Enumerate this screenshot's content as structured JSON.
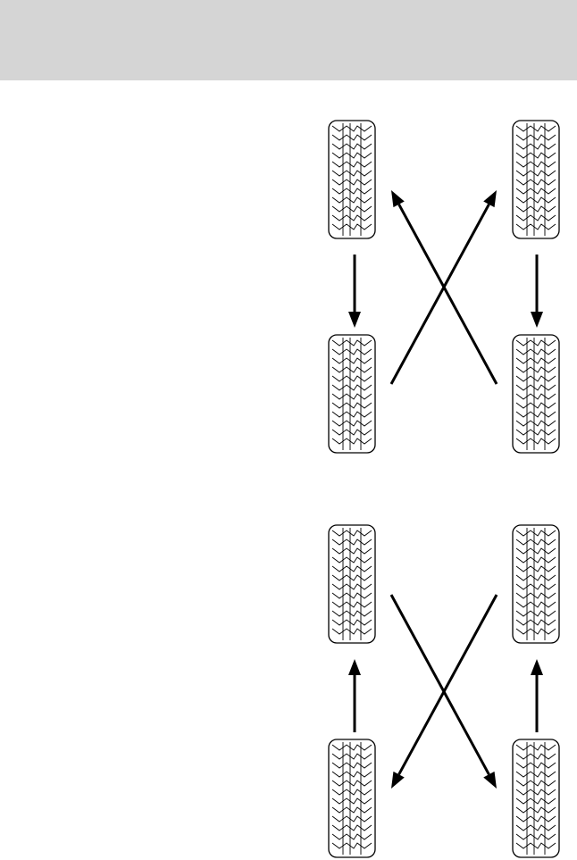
{
  "colors": {
    "header_background": "#d5d5d5",
    "tire_fill": "#ffffff",
    "line": "#000000"
  },
  "diagrams": [
    {
      "name": "rotation-pattern-top",
      "tires": [
        "front-left",
        "front-right",
        "rear-left",
        "rear-right"
      ],
      "moves": [
        {
          "from": "front-left",
          "to": "rear-left",
          "path": "straight"
        },
        {
          "from": "front-right",
          "to": "rear-right",
          "path": "straight"
        },
        {
          "from": "rear-left",
          "to": "front-right",
          "path": "cross"
        },
        {
          "from": "rear-right",
          "to": "front-left",
          "path": "cross"
        }
      ]
    },
    {
      "name": "rotation-pattern-bottom",
      "tires": [
        "front-left",
        "front-right",
        "rear-left",
        "rear-right"
      ],
      "moves": [
        {
          "from": "rear-left",
          "to": "front-left",
          "path": "straight"
        },
        {
          "from": "rear-right",
          "to": "front-right",
          "path": "straight"
        },
        {
          "from": "front-left",
          "to": "rear-right",
          "path": "cross"
        },
        {
          "from": "front-right",
          "to": "rear-left",
          "path": "cross"
        }
      ]
    }
  ]
}
